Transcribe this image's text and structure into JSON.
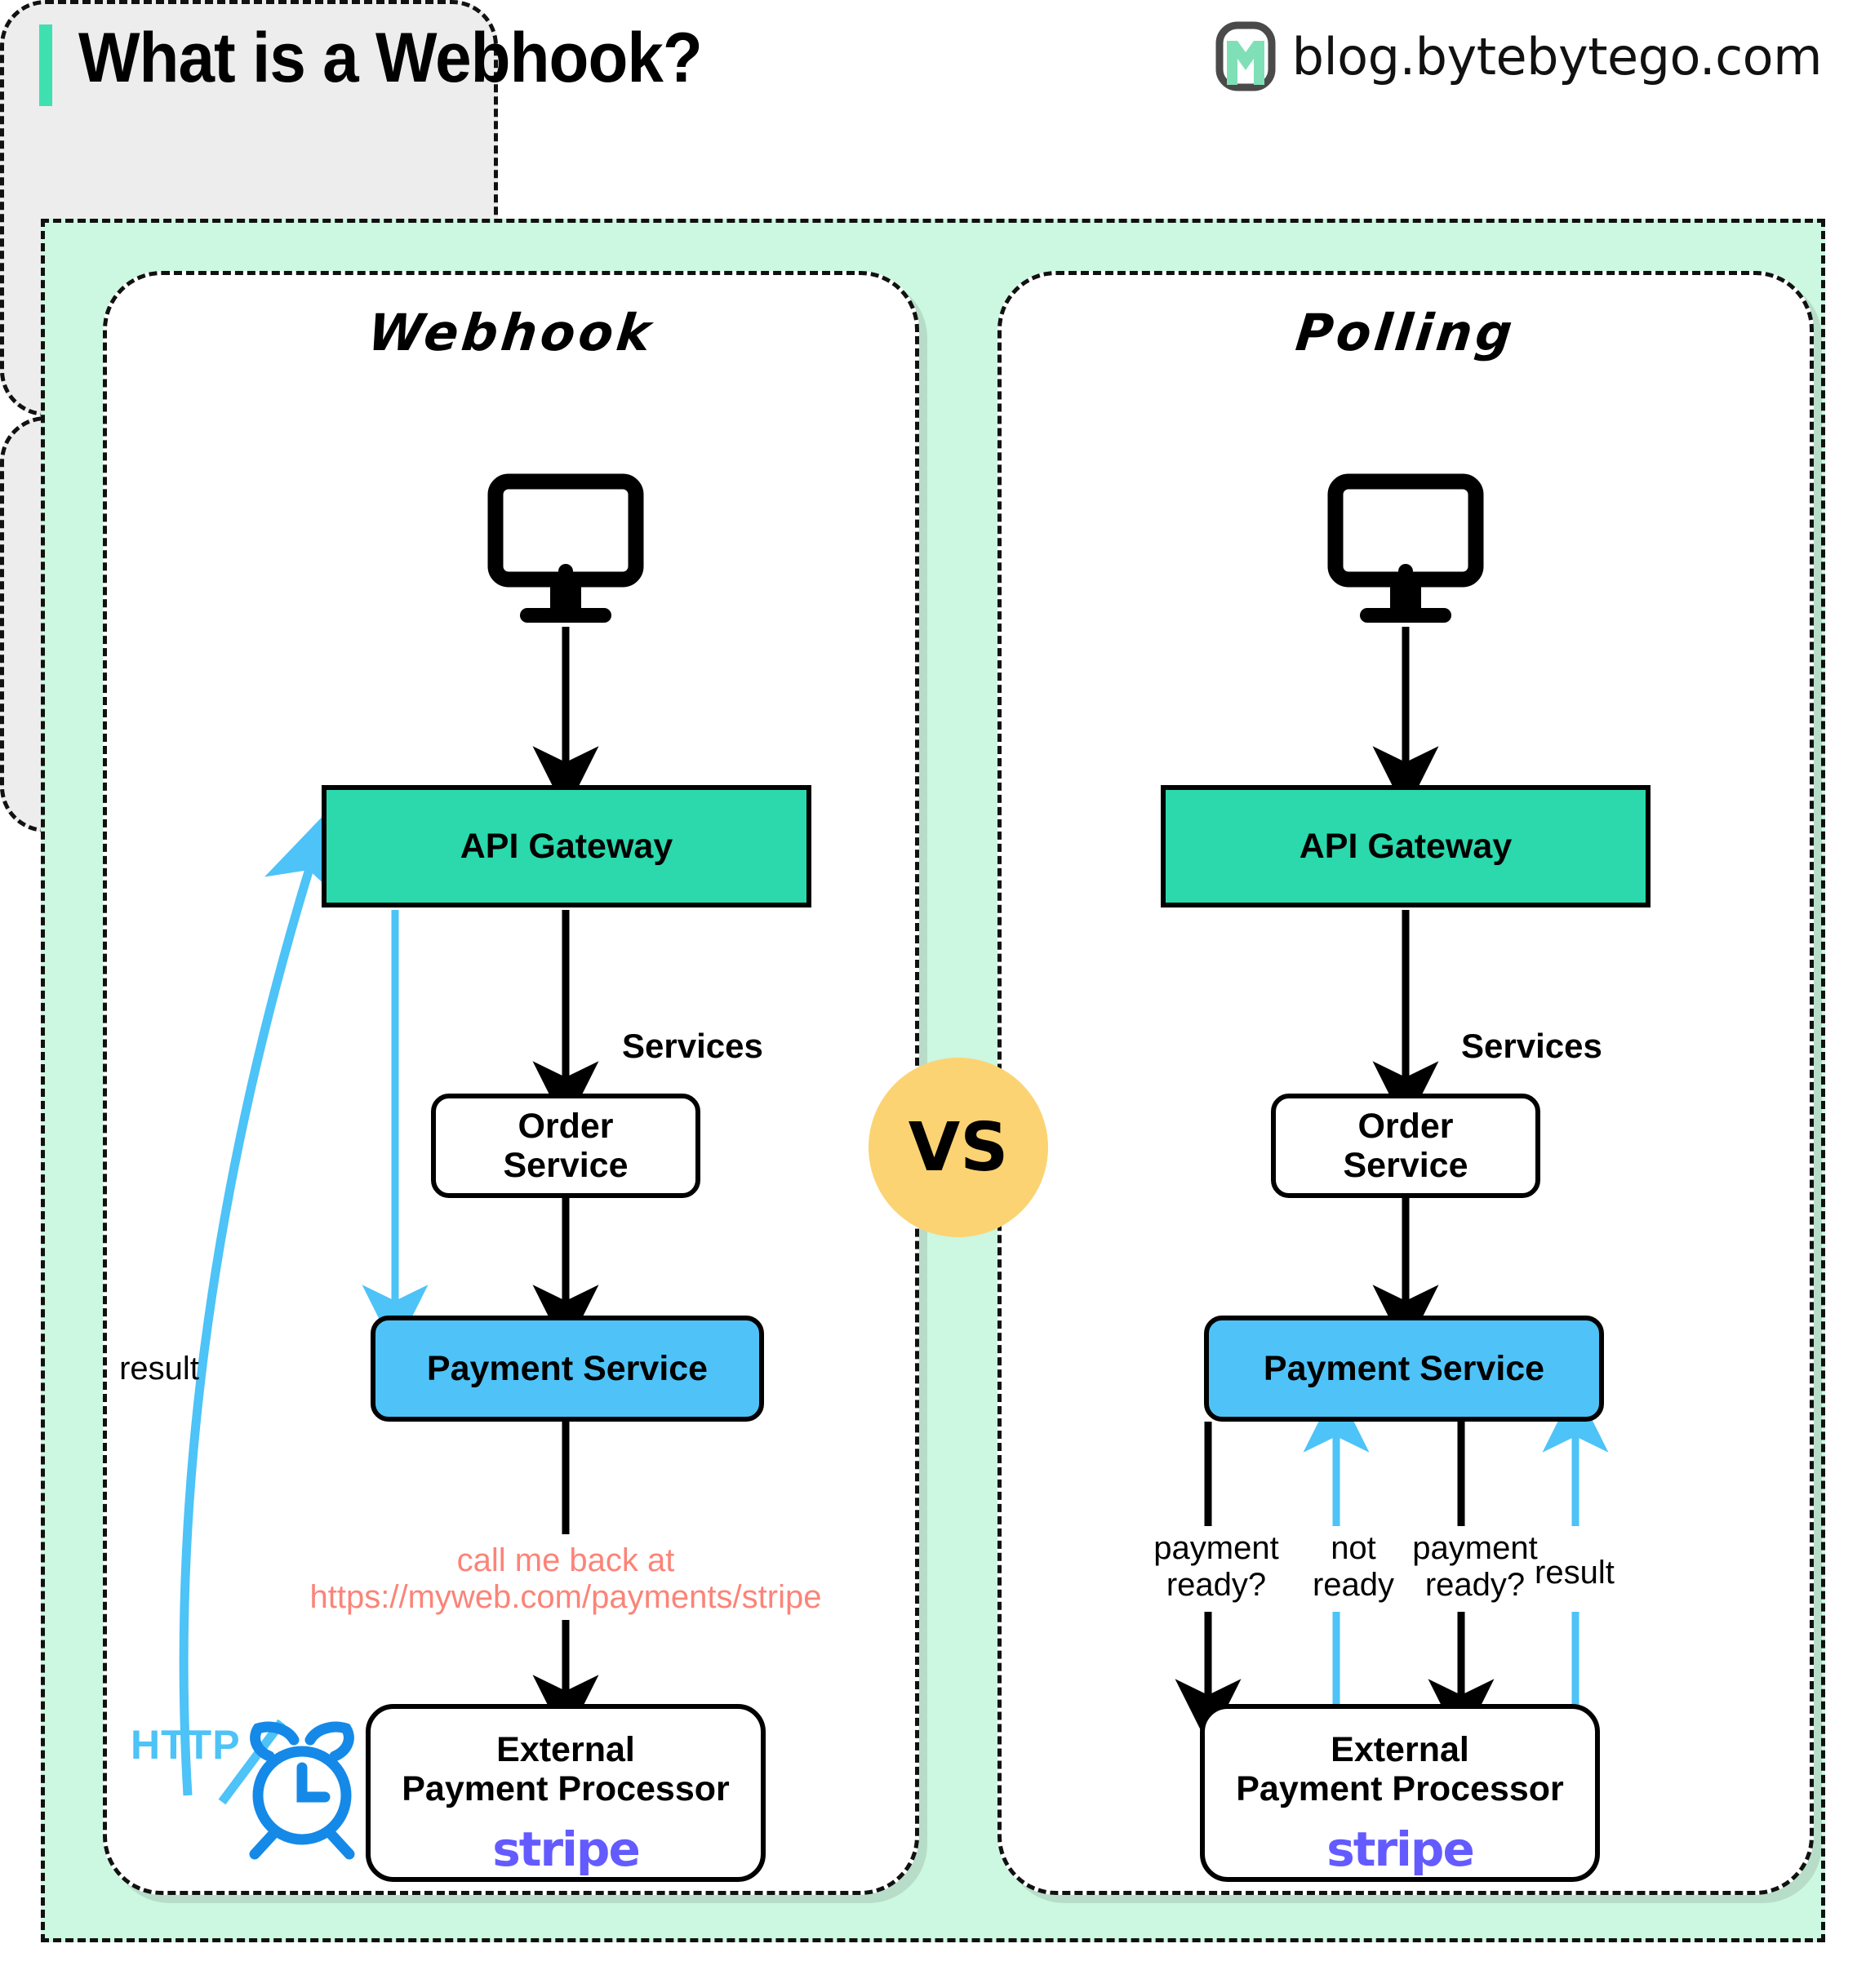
{
  "header": {
    "title": "What is a Webhook?",
    "brand_text": "blog.bytebytego.com",
    "accent_color": "#3FE0B0",
    "logo_icon": "bytebytego-logo-icon"
  },
  "vs_badge": {
    "label": "VS",
    "color": "#FCD373"
  },
  "colors": {
    "frame_bg": "#CCF7E0",
    "gateway": "#2BD9AC",
    "payment_service": "#4FC3F7",
    "services_group": "#EDEDED",
    "callback_text": "#FB8478",
    "http_label": "#4DC3F7",
    "clock_icon": "#1589E8",
    "stripe": "#635BFF"
  },
  "panels": [
    {
      "id": "webhook",
      "title": "Webhook",
      "client_icon": "desktop-monitor-icon",
      "gateway": "API Gateway",
      "services_label": "Services",
      "order_service": "Order\nService",
      "order_service_line1": "Order",
      "order_service_line2": "Service",
      "payment_service": "Payment Service",
      "external_line1": "External",
      "external_line2": "Payment Processor",
      "external_brand": "stripe",
      "callback_line1": "call me back at",
      "callback_line2": "https://myweb.com/payments/stripe",
      "result_label": "result",
      "http_label": "HTTP",
      "clock_icon": "alarm-clock-icon"
    },
    {
      "id": "polling",
      "title": "Polling",
      "client_icon": "desktop-monitor-icon",
      "gateway": "API Gateway",
      "services_label": "Services",
      "order_service_line1": "Order",
      "order_service_line2": "Service",
      "payment_service": "Payment Service",
      "external_line1": "External",
      "external_line2": "Payment Processor",
      "external_brand": "stripe",
      "poll_labels": [
        {
          "line1": "payment",
          "line2": "ready?",
          "direction": "down",
          "color": "#000000"
        },
        {
          "line1": "not",
          "line2": "ready",
          "direction": "up",
          "color": "#4DC3F7"
        },
        {
          "line1": "payment",
          "line2": "ready?",
          "direction": "down",
          "color": "#000000"
        },
        {
          "line1": "result",
          "line2": "",
          "direction": "up",
          "color": "#4DC3F7"
        }
      ]
    }
  ]
}
